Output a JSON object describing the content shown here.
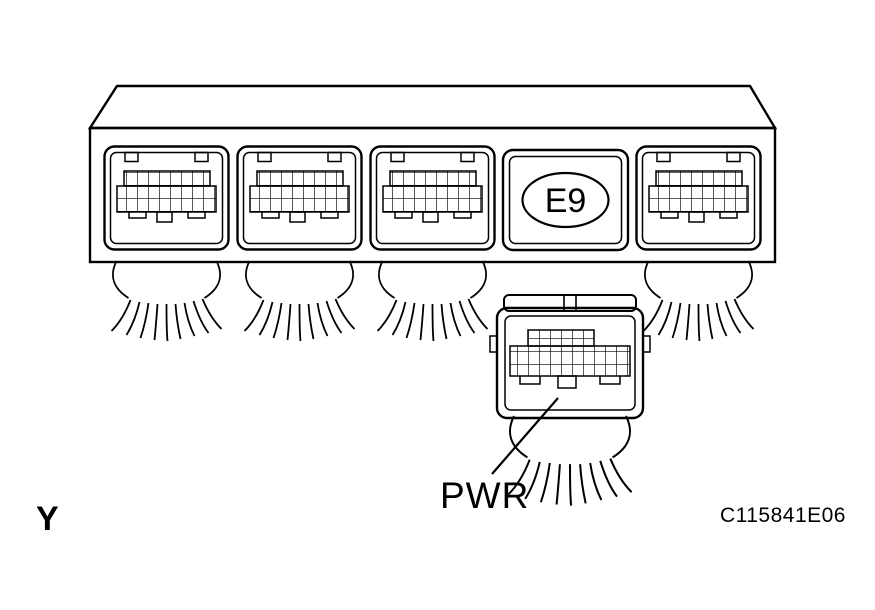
{
  "figure": {
    "background_color": "#ffffff",
    "line_color": "#000000",
    "labels": {
      "ecu_connector": "E9",
      "highlighted_connector": "PWR",
      "view": "Y",
      "figure_code": "C115841E06"
    }
  }
}
